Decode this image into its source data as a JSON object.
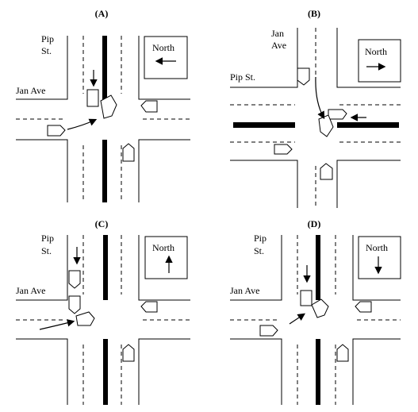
{
  "panels": [
    {
      "id": "A",
      "title": "(A)",
      "street_ns": [
        "Pip",
        "St."
      ],
      "street_ew": "Jan Ave",
      "compass": "North"
    },
    {
      "id": "B",
      "title": "(B)",
      "street_ns": [
        "Jan",
        "Ave"
      ],
      "street_ew": "Pip St.",
      "compass": "North"
    },
    {
      "id": "C",
      "title": "(C)",
      "street_ns": [
        "Pip",
        "St."
      ],
      "street_ew": "Jan Ave",
      "compass": "North"
    },
    {
      "id": "D",
      "title": "(D)",
      "street_ns": [
        "Pip",
        "St."
      ],
      "street_ew": "Jan Ave",
      "compass": "North"
    }
  ]
}
